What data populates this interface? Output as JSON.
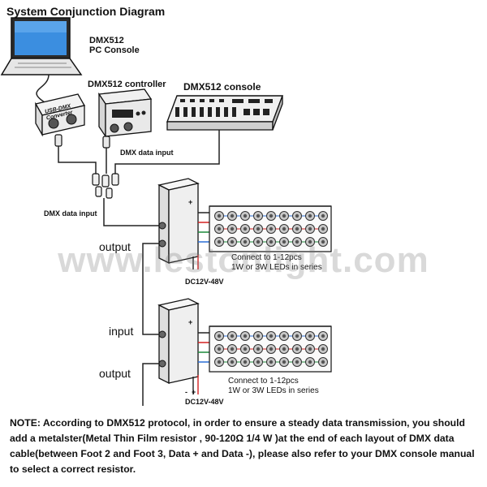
{
  "title": "System Conjunction Diagram",
  "pc_console": {
    "line1": "DMX512",
    "line2": "PC  Console"
  },
  "controller_label": "DMX512 controller",
  "console_label": "DMX512 console",
  "converter_text": {
    "line1": "USB-DMX",
    "line2": "Converter"
  },
  "dmx_data_input_top": "DMX data input",
  "dmx_data_input_left": "DMX data input",
  "decoder1": {
    "output_label": "output",
    "power_label": "DC12V-48V",
    "plus": "+",
    "minus": "-"
  },
  "decoder2": {
    "input_label": "input",
    "output_label": "output",
    "power_label": "DC12V-48V",
    "plus": "+",
    "minus": "-"
  },
  "led_note1": {
    "line1": "Connect to 1-12pcs",
    "line2": "1W or 3W LEDs in series"
  },
  "led_note2": {
    "line1": "Connect to 1-12pcs",
    "line2": "1W or 3W LEDs in series"
  },
  "watermark": "www.lestonlight.com",
  "note": "NOTE: According to DMX512 protocol, in order to ensure a steady data transmission, you should add a metalster(Metal Thin Film resistor , 90-120Ω  1/4 W )at the end of each layout of DMX data cable(between Foot 2 and Foot 3, Data + and Data -), please also refer to your DMX console manual to select a correct resistor.",
  "colors": {
    "wire": "#222222",
    "red_wire": "#d42020",
    "blue_wire": "#2a6fd6",
    "green_wire": "#1c8a3a",
    "screen": "#3b8ee0"
  }
}
